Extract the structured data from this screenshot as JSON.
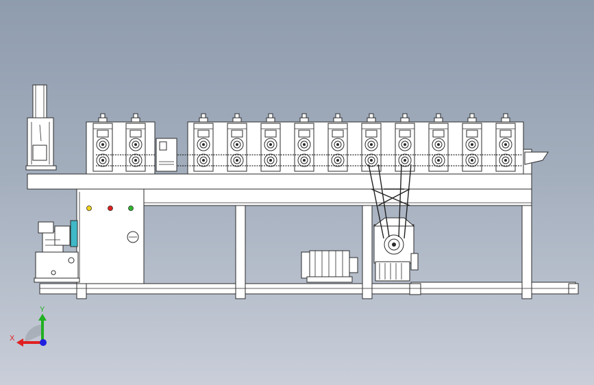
{
  "view": {
    "background_top": "#8f9cae",
    "background_bottom": "#c9ced9"
  },
  "triad": {
    "x_label": "X",
    "y_label": "Y",
    "x_color": "#e02020",
    "y_color": "#20b020",
    "z_color": "#2020e0"
  },
  "control_panel": {
    "lamps": [
      {
        "name": "yellow-lamp",
        "color": "#f2d21b"
      },
      {
        "name": "red-lamp",
        "color": "#e02020"
      },
      {
        "name": "green-lamp",
        "color": "#2fb52f"
      }
    ]
  },
  "roll_stand_count": 12
}
